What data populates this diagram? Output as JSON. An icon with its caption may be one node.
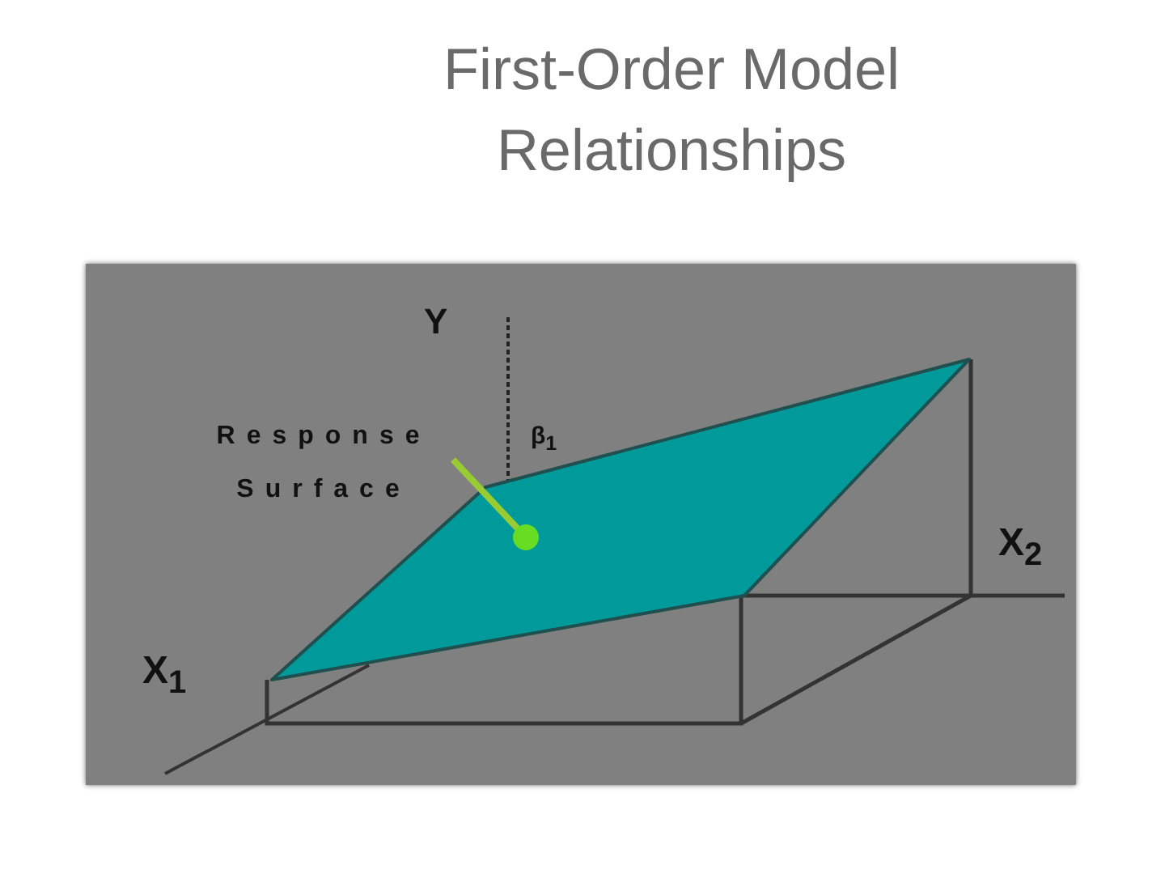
{
  "diagram": {
    "title": "First-Order Model Relationships",
    "nodes": [
      {
        "text": [
          "Response Surface"
        ]
      },
      {
        "text": [],
        "shape": "parallelogram"
      }
    ],
    "edges": [
      {
        "from": 0,
        "to": 1,
        "arrow": "other",
        "color": "#99cc33"
      }
    ],
    "labels": [
      "Y",
      "β$_{1}$",
      "X$_{1}$",
      "X$_{2}$"
    ]
  }
}
